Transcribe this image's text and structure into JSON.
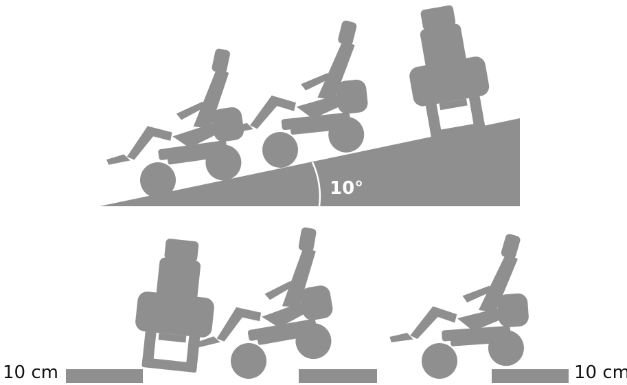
{
  "diagram": {
    "angle_label": "10°",
    "left_obstacle_label": "10 cm",
    "right_obstacle_label": "10 cm"
  },
  "colors": {
    "silhouette": "#8f8f8f",
    "background": "#ffffff",
    "angle_text": "#ffffff"
  }
}
